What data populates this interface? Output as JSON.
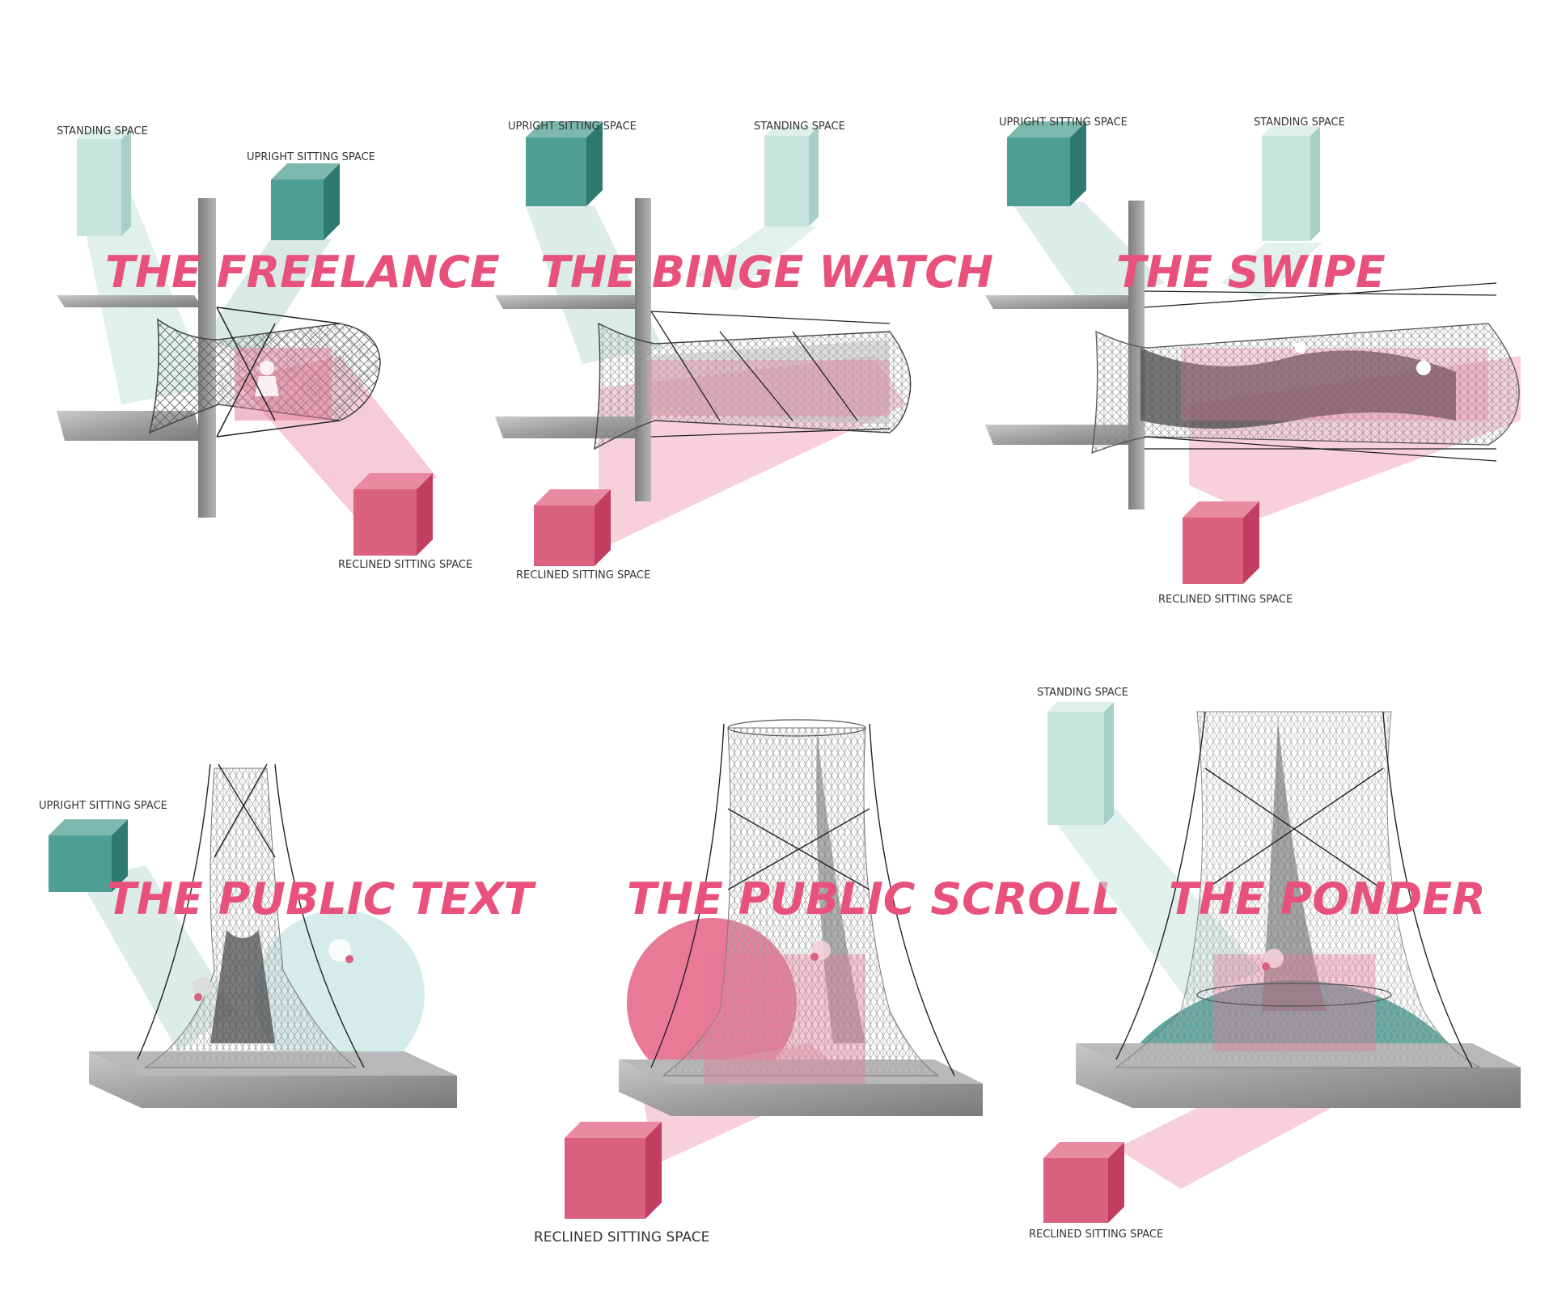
{
  "colors": {
    "title": "#e8517c",
    "standing": "#c7e4dd",
    "standing_side": "#a7cfc5",
    "upright": "#4f9e93",
    "upright_dark": "#2f7a70",
    "reclined": "#d9607f",
    "reclined_dark": "#c23d62",
    "pink_beam": "#f0a9bd",
    "teal_beam": "#bfdcd6",
    "concrete": "#8f8f8f",
    "concrete_light": "#bdbdbd",
    "mesh": "#555555"
  },
  "panels": [
    {
      "title": "THE FREELANCE",
      "labels": {
        "standing": "STANDING SPACE",
        "upright": "UPRIGHT SITTING SPACE",
        "reclined": "RECLINED SITTING SPACE"
      }
    },
    {
      "title": "THE BINGE WATCH",
      "labels": {
        "upright": "UPRIGHT SITTING SPACE",
        "standing": "STANDING SPACE",
        "reclined": "RECLINED SITTING SPACE"
      }
    },
    {
      "title": "THE SWIPE",
      "labels": {
        "upright": "UPRIGHT SITTING SPACE",
        "standing": "STANDING SPACE",
        "reclined": "RECLINED SITTING SPACE"
      }
    },
    {
      "title": "THE PUBLIC TEXT",
      "labels": {
        "upright": "UPRIGHT SITTING SPACE"
      }
    },
    {
      "title": "THE PUBLIC SCROLL",
      "labels": {
        "reclined": "RECLINED SITTING SPACE"
      }
    },
    {
      "title": "THE PONDER",
      "labels": {
        "standing": "STANDING SPACE",
        "reclined": "RECLINED SITTING SPACE"
      }
    }
  ]
}
